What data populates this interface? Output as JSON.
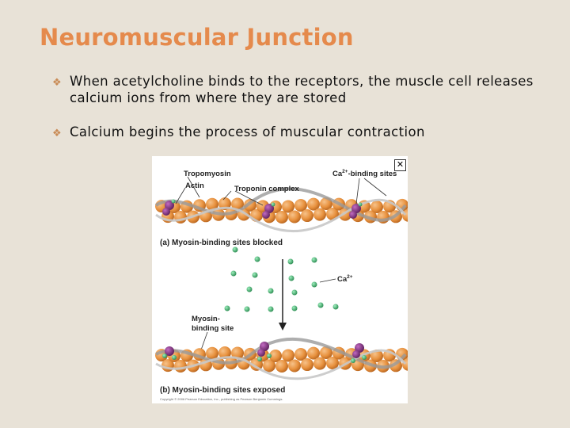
{
  "slide": {
    "title": "Neuromuscular Junction",
    "bullets": [
      "When acetylcholine binds to the receptors, the muscle cell releases calcium ions from where they are stored",
      "Calcium begins the process of muscular contraction"
    ]
  },
  "figure": {
    "labels": {
      "tropomyosin": "Tropomyosin",
      "actin": "Actin",
      "troponin": "Troponin complex",
      "ca_binding_base": "Ca",
      "ca_binding_sup": "2+",
      "ca_binding_rest": "-binding sites",
      "caption_a": "(a) Myosin-binding sites blocked",
      "ca_ion_base": "Ca",
      "ca_ion_sup": "2+",
      "myosin_binding_1": "Myosin-",
      "myosin_binding_2": "binding site",
      "caption_b": "(b) Myosin-binding sites exposed",
      "copyright": "Copyright © 2006 Pearson Education, Inc., publishing as Pearson Benjamin Cummings."
    },
    "close_icon_glyph": "✕",
    "colors": {
      "accent": "#e58a4c",
      "background": "#e8e2d7",
      "actin_bead": "#e8923f",
      "troponin": "#7a2f7a",
      "calcium": "#3fae6a"
    }
  }
}
